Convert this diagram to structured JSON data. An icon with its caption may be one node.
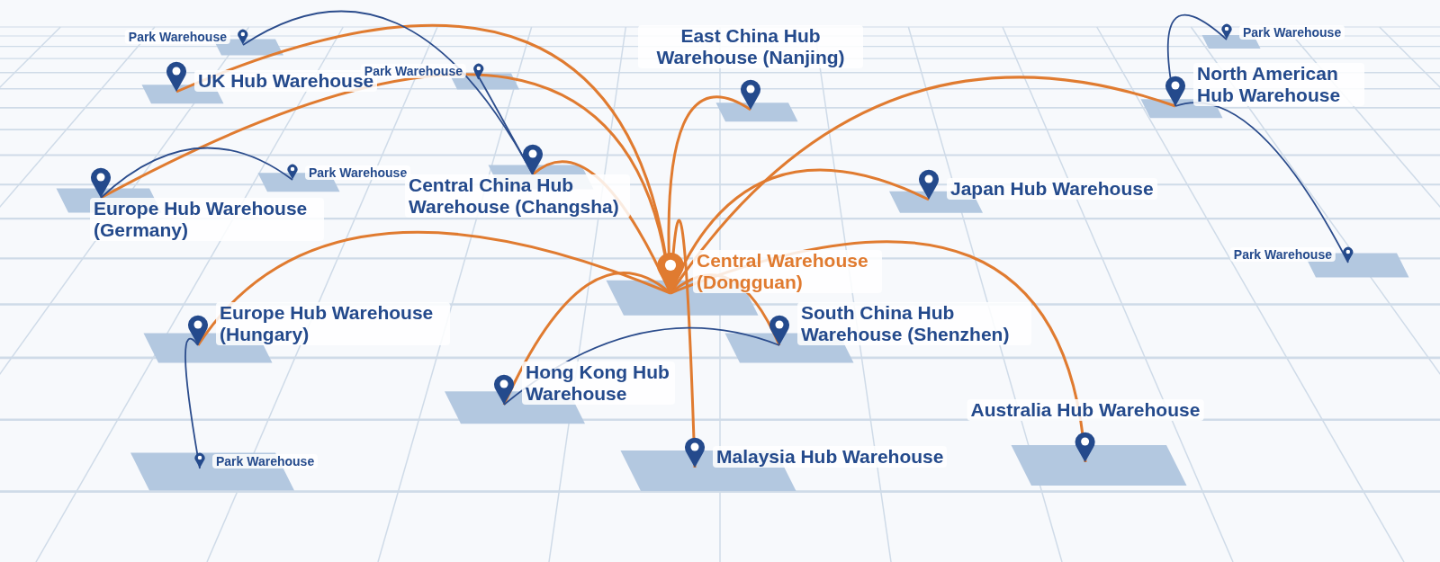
{
  "diagram": {
    "nodes": [
      {
        "text": [
          "Central Warehouse (Dongguan)"
        ]
      },
      {
        "text": [
          "Park Warehouse"
        ]
      },
      {
        "text": [
          "UK Hub Warehouse"
        ]
      },
      {
        "text": [
          "Park Warehouse"
        ]
      },
      {
        "text": [
          "Europe Hub Warehouse (Germany)"
        ]
      },
      {
        "text": [
          "Park Warehouse"
        ]
      },
      {
        "text": [
          "Central China Hub Warehouse (Changsha)"
        ]
      },
      {
        "text": [
          "East China Hub Warehouse (Nanjing)"
        ]
      },
      {
        "text": [
          "North American Hub Warehouse"
        ]
      },
      {
        "text": [
          "Park Warehouse"
        ]
      },
      {
        "text": [
          "Japan Hub Warehouse"
        ]
      },
      {
        "text": [
          "Park Warehouse"
        ]
      },
      {
        "text": [
          "Europe Hub Warehouse (Hungary)"
        ]
      },
      {
        "text": [
          "Park Warehouse"
        ]
      },
      {
        "text": [
          "South China Hub Warehouse (Shenzhen)"
        ]
      },
      {
        "text": [
          "Hong Kong Hub Warehouse"
        ]
      },
      {
        "text": [
          "Australia Hub Warehouse"
        ]
      },
      {
        "text": [
          "Malaysia Hub Warehouse"
        ]
      }
    ],
    "edges": [
      {
        "from": 4,
        "to": 0,
        "arrow": "none"
      },
      {
        "from": 2,
        "to": 0,
        "arrow": "none"
      },
      {
        "from": 6,
        "to": 0,
        "arrow": "none"
      },
      {
        "from": 7,
        "to": 0,
        "arrow": "none"
      },
      {
        "from": 8,
        "to": 0,
        "arrow": "none"
      },
      {
        "from": 10,
        "to": 0,
        "arrow": "none"
      },
      {
        "from": 16,
        "to": 0,
        "arrow": "none"
      },
      {
        "from": 12,
        "to": 0,
        "arrow": "none"
      },
      {
        "from": 15,
        "to": 0,
        "arrow": "none"
      },
      {
        "from": 14,
        "to": 0,
        "arrow": "none"
      },
      {
        "from": 17,
        "to": 0,
        "arrow": "none"
      },
      {
        "from": 1,
        "to": 6,
        "arrow": "none",
        "color": "#2b4c8c"
      },
      {
        "from": 3,
        "to": 6,
        "arrow": "none",
        "color": "#2b4c8c"
      },
      {
        "from": 4,
        "to": 5,
        "arrow": "none",
        "color": "#2b4c8c"
      },
      {
        "from": 8,
        "to": 9,
        "arrow": "none",
        "color": "#2b4c8c"
      },
      {
        "from": 8,
        "to": 11,
        "arrow": "none",
        "color": "#2b4c8c"
      },
      {
        "from": 12,
        "to": 13,
        "arrow": "none",
        "color": "#2b4c8c"
      },
      {
        "from": 15,
        "to": 14,
        "arrow": "none",
        "color": "#2b4c8c"
      }
    ]
  }
}
